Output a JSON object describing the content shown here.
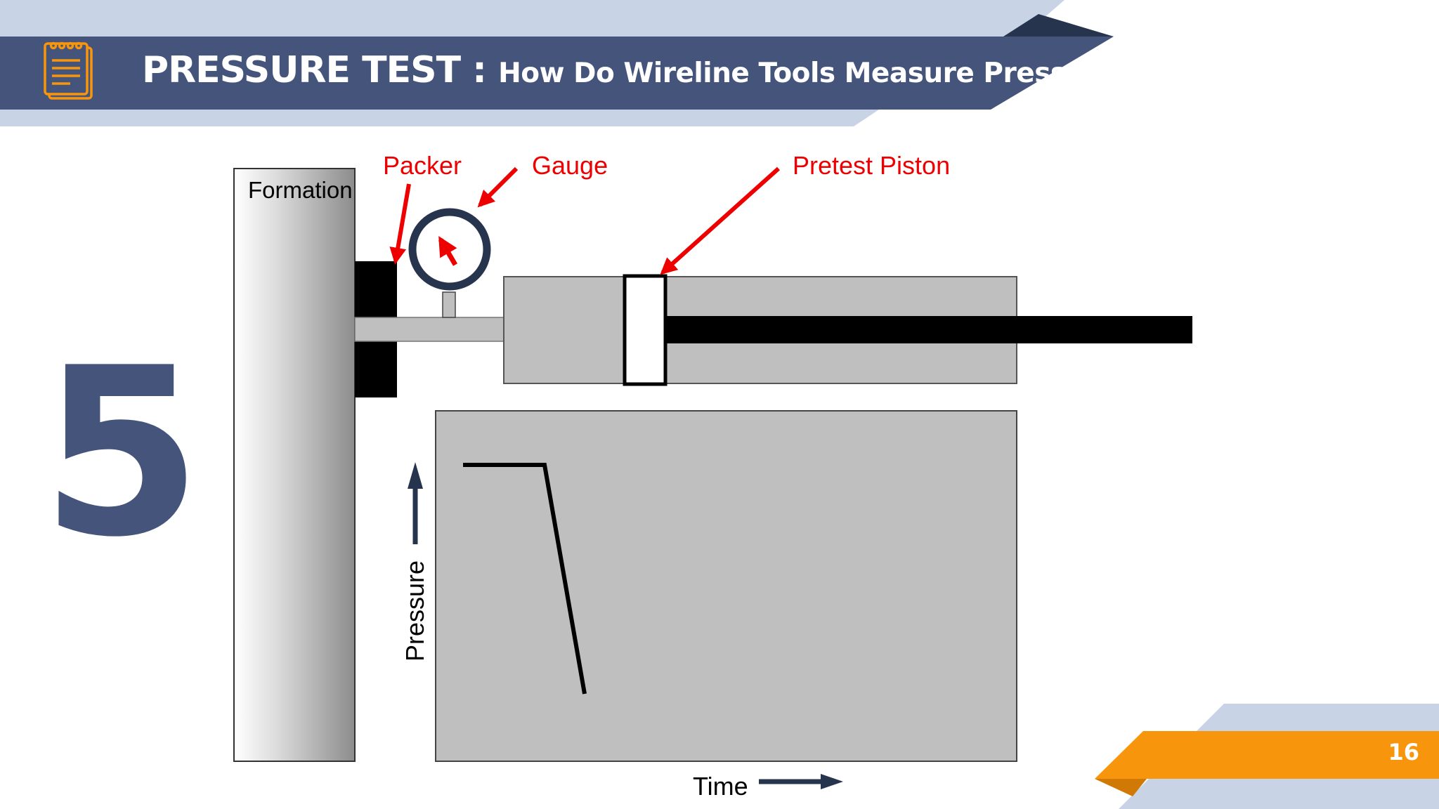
{
  "header": {
    "title_main": "PRESSURE TEST :",
    "title_sub": "How Do Wireline Tools Measure Pressure",
    "icon": "notepad-icon"
  },
  "step_number": "5",
  "page_number": "16",
  "diagram": {
    "labels": {
      "formation": "Formation",
      "packer": "Packer",
      "gauge": "Gauge",
      "pretest_piston": "Pretest Piston",
      "pressure_axis": "Pressure",
      "time_axis": "Time"
    },
    "callout_color": "#ee0000"
  },
  "colors": {
    "header_navy": "#44547a",
    "header_light": "#c8d3e5",
    "accent_orange": "#f7960c",
    "panel_gray": "#bfbfbf"
  }
}
